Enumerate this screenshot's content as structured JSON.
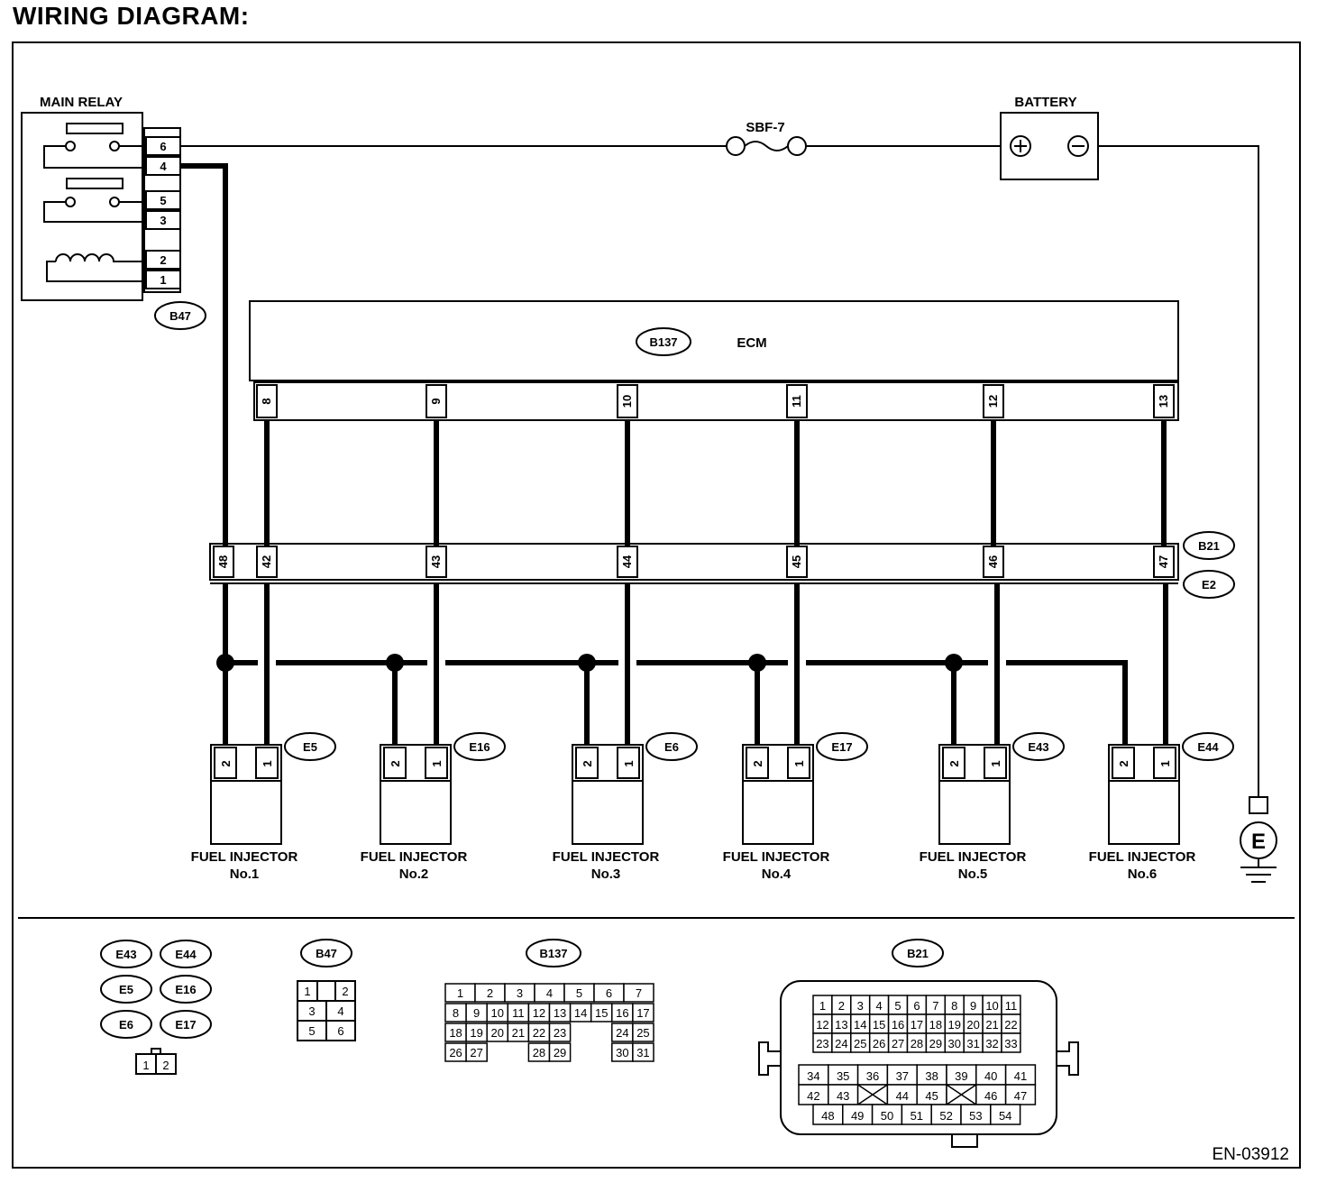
{
  "title": "WIRING DIAGRAM:",
  "main_relay": {
    "label": "MAIN RELAY",
    "pins": [
      "6",
      "4",
      "5",
      "3",
      "2",
      "1"
    ],
    "connector": "B47"
  },
  "fuse": {
    "label": "SBF-7"
  },
  "battery": {
    "label": "BATTERY"
  },
  "ecm": {
    "label": "ECM",
    "connector": "B137",
    "pins": [
      "8",
      "9",
      "10",
      "11",
      "12",
      "13"
    ]
  },
  "joint_connector": {
    "labels": [
      "B21",
      "E2"
    ],
    "pins": [
      "48",
      "42",
      "43",
      "44",
      "45",
      "46",
      "47"
    ]
  },
  "injectors": [
    {
      "connector": "E5",
      "name": "FUEL INJECTOR",
      "number": "No.1",
      "pins": [
        "2",
        "1"
      ]
    },
    {
      "connector": "E16",
      "name": "FUEL INJECTOR",
      "number": "No.2",
      "pins": [
        "2",
        "1"
      ]
    },
    {
      "connector": "E6",
      "name": "FUEL INJECTOR",
      "number": "No.3",
      "pins": [
        "2",
        "1"
      ]
    },
    {
      "connector": "E17",
      "name": "FUEL INJECTOR",
      "number": "No.4",
      "pins": [
        "2",
        "1"
      ]
    },
    {
      "connector": "E43",
      "name": "FUEL INJECTOR",
      "number": "No.5",
      "pins": [
        "2",
        "1"
      ]
    },
    {
      "connector": "E44",
      "name": "FUEL INJECTOR",
      "number": "No.6",
      "pins": [
        "2",
        "1"
      ]
    }
  ],
  "ground": {
    "label": "E"
  },
  "legend": {
    "injector_connectors": [
      "E43",
      "E44",
      "E5",
      "E16",
      "E6",
      "E17"
    ],
    "injector_pins": [
      "1",
      "2"
    ],
    "b47": {
      "label": "B47",
      "rows": [
        [
          "1",
          "",
          "2"
        ],
        [
          "3",
          "4"
        ],
        [
          "5",
          "6"
        ]
      ]
    },
    "b137": {
      "label": "B137",
      "top_row": [
        "1",
        "2",
        "3",
        "4",
        "5",
        "6",
        "7"
      ],
      "rows": [
        [
          "8",
          "9",
          "10",
          "11",
          "12",
          "13",
          "14",
          "15",
          "16",
          "17"
        ],
        [
          "18",
          "19",
          "20",
          "21",
          "22",
          "23",
          "24",
          "25"
        ],
        [
          "26",
          "27",
          "28",
          "29",
          "30",
          "31"
        ]
      ]
    },
    "b21": {
      "label": "B21",
      "upper_rows": [
        [
          "1",
          "2",
          "3",
          "4",
          "5",
          "6",
          "7",
          "8",
          "9",
          "10",
          "11"
        ],
        [
          "12",
          "13",
          "14",
          "15",
          "16",
          "17",
          "18",
          "19",
          "20",
          "21",
          "22"
        ],
        [
          "23",
          "24",
          "25",
          "26",
          "27",
          "28",
          "29",
          "30",
          "31",
          "32",
          "33"
        ]
      ],
      "lower_rows": [
        [
          "34",
          "35",
          "36",
          "37",
          "38",
          "39",
          "40",
          "41"
        ],
        [
          "42",
          "43",
          "",
          "44",
          "45",
          "",
          "46",
          "47"
        ],
        [
          "48",
          "49",
          "50",
          "51",
          "52",
          "53",
          "54"
        ]
      ]
    }
  },
  "doc_id": "EN-03912"
}
